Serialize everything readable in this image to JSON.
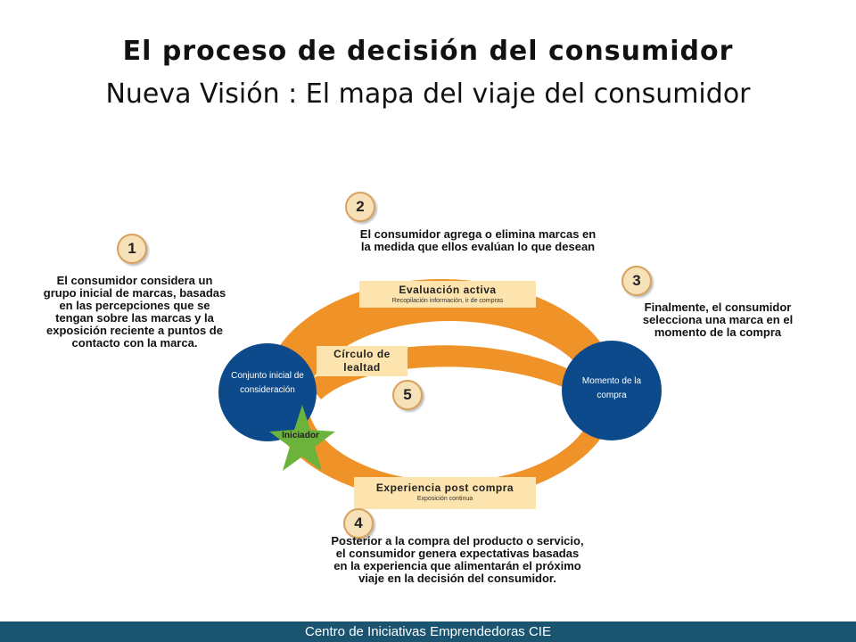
{
  "title": "El proceso de decisión del consumidor",
  "subtitle": "Nueva Visión : El mapa del viaje del consumidor",
  "steps": [
    {
      "number": "1",
      "text": "El consumidor considera un grupo inicial de marcas, basadas en las percepciones que se tengan sobre las marcas y la exposición reciente a puntos de contacto con la marca."
    },
    {
      "number": "2",
      "text": "El consumidor agrega o elimina marcas en la medida que ellos evalúan lo que desean"
    },
    {
      "number": "3",
      "text": "Finalmente, el consumidor selecciona una marca en el momento de la compra"
    },
    {
      "number": "4",
      "text": "Posterior a la compra del producto o servicio, el consumidor genera expectativas basadas en la experiencia que alimentarán el próximo viaje en la decisión del consumidor."
    },
    {
      "number": "5",
      "text": ""
    }
  ],
  "boxes": {
    "evaluation": {
      "title": "Evaluación activa",
      "subtitle": "Recopilación información, ir de compras"
    },
    "loyalty": {
      "title": "Círculo de lealtad"
    },
    "post_purchase": {
      "title": "Experiencia post compra",
      "subtitle": "Exposición continua"
    }
  },
  "circles": {
    "initial": "Conjunto inicial de consideración",
    "purchase": "Momento de la compra",
    "trigger": "Iniciador"
  },
  "colors": {
    "ring": "#ef9228",
    "circle": "#0d4a8c",
    "star": "#6bb33a",
    "box": "#fde3ad",
    "footer": "#1a5470"
  },
  "footer": "Centro de Iniciativas Emprendedoras CIE"
}
